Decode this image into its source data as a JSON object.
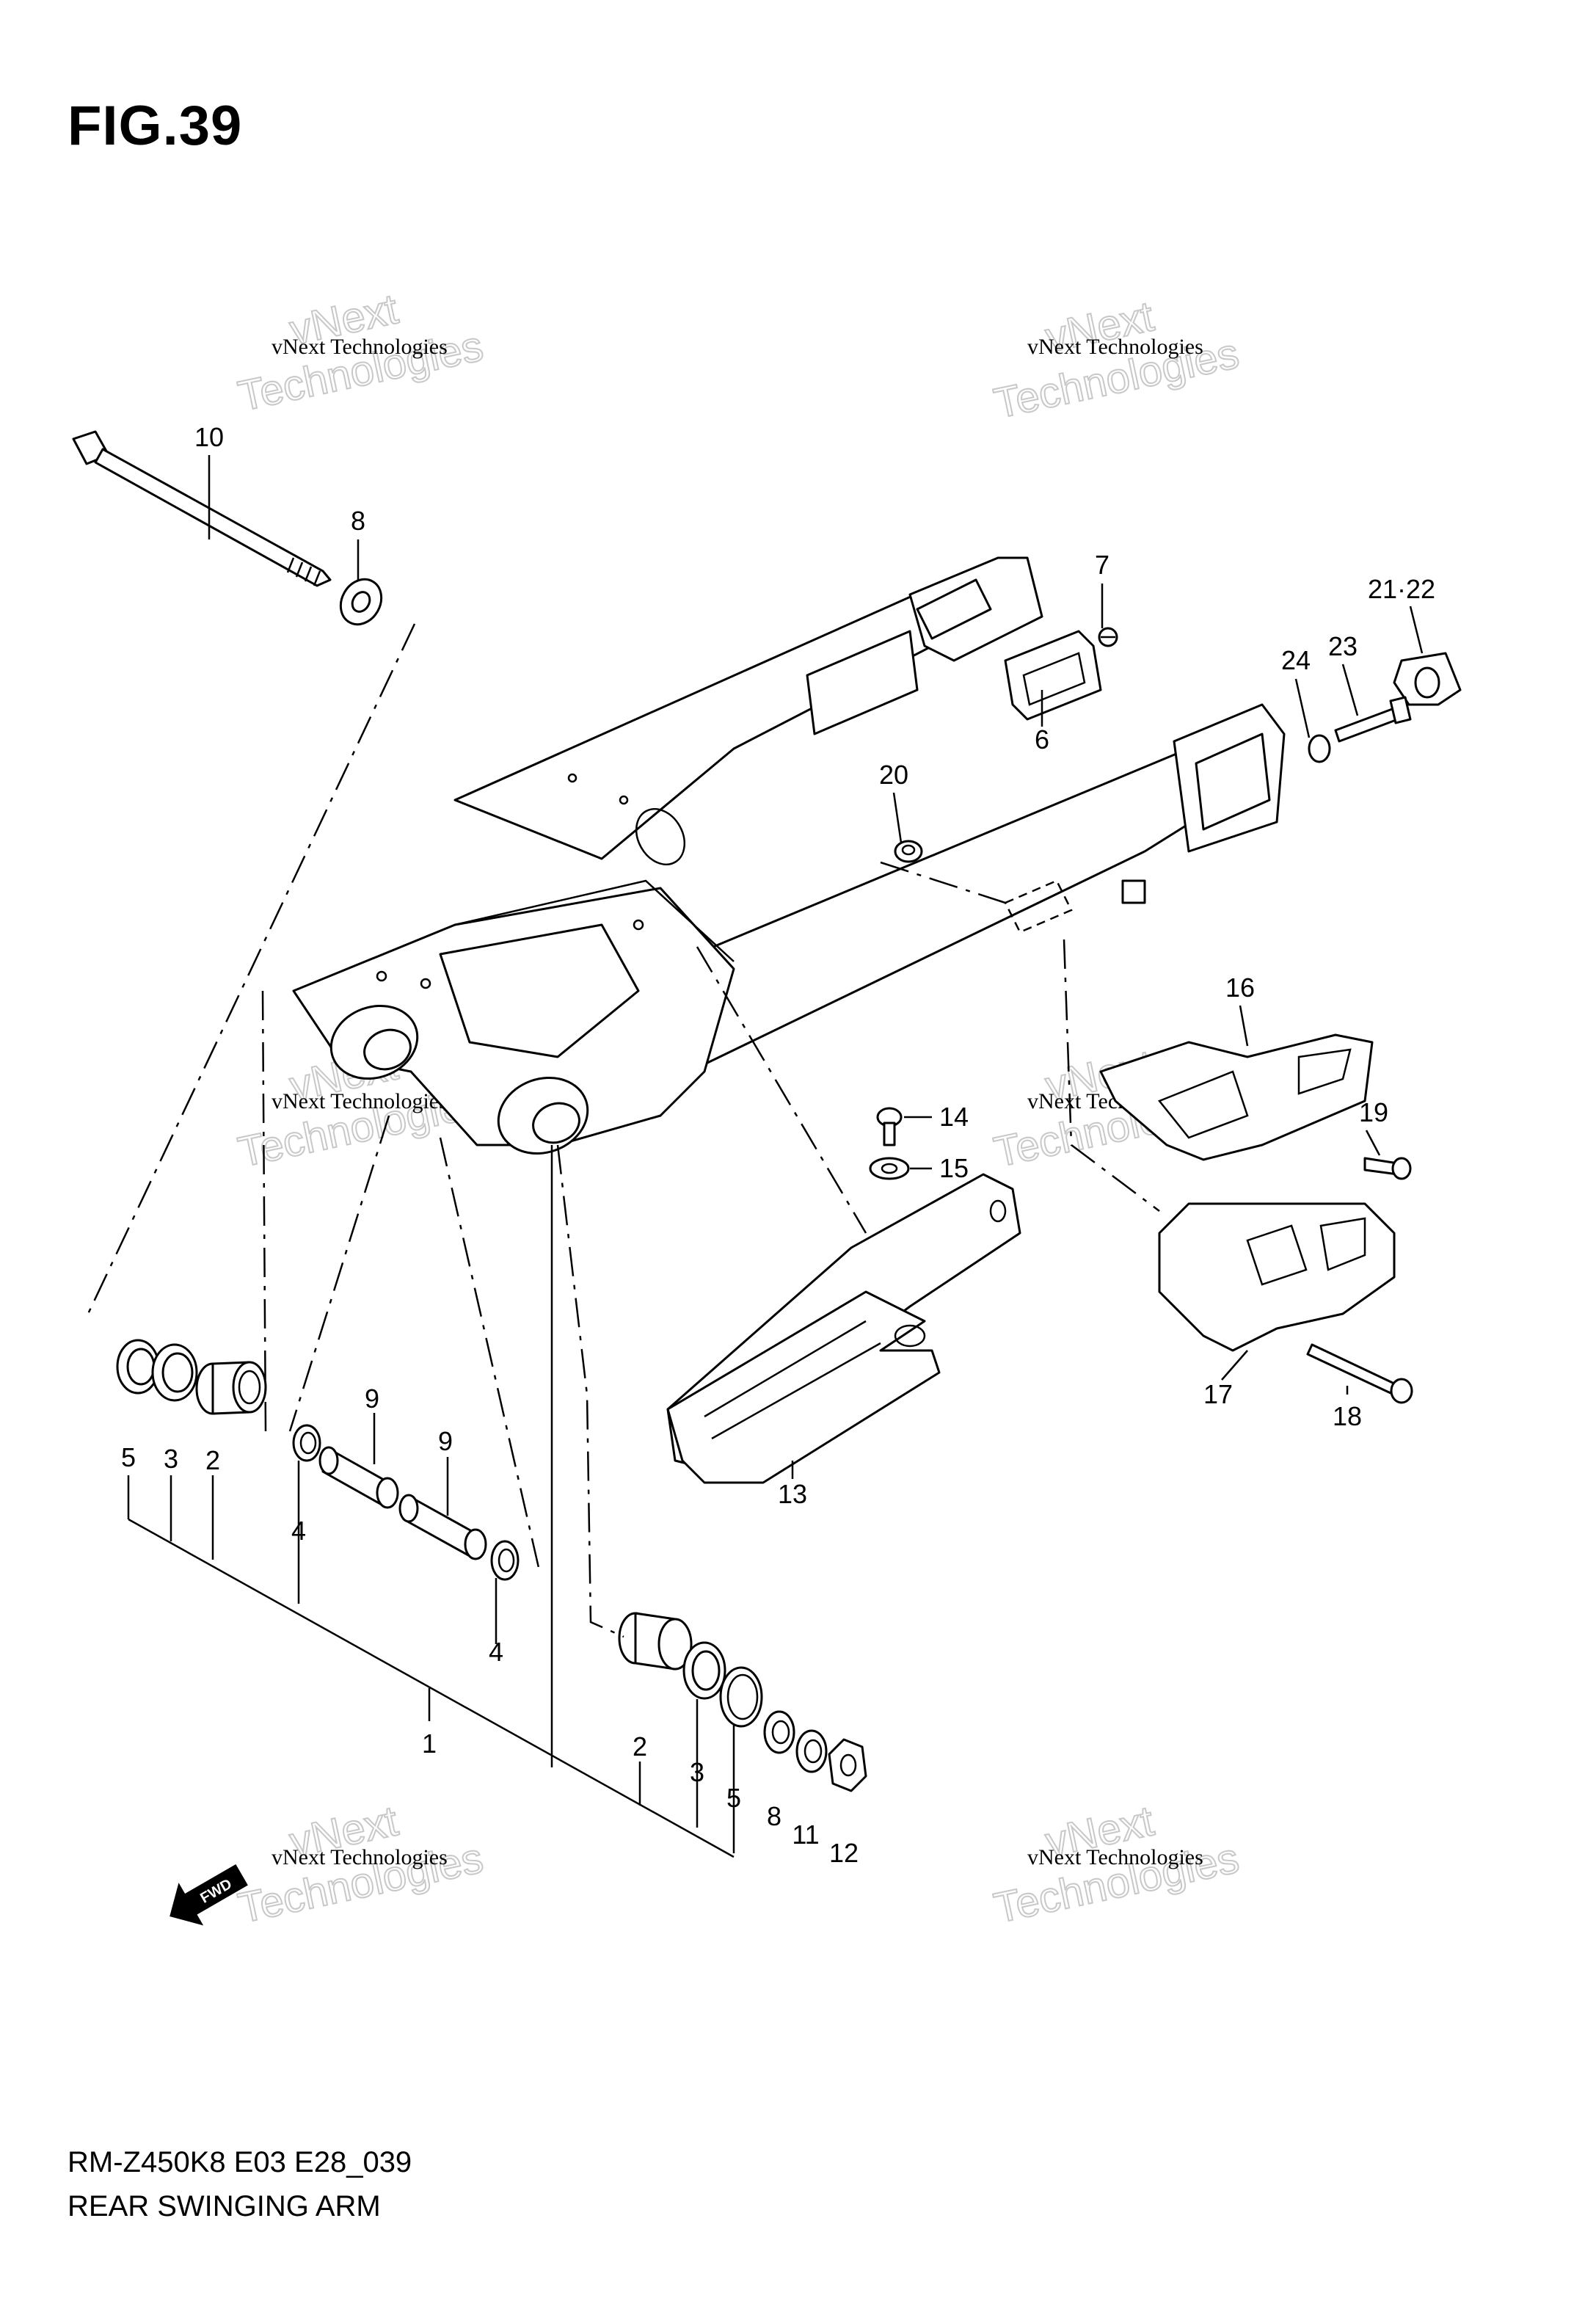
{
  "figure": {
    "title": "FIG.39",
    "code": "RM-Z450K8 E03 E28_039",
    "caption": "REAR SWINGING ARM"
  },
  "watermark": {
    "line1": "vNext Technologies",
    "big1": "vNext",
    "big2": "Technologies"
  },
  "fwd_label": "FWD",
  "callouts": {
    "c1": "1",
    "c2a": "2",
    "c2b": "2",
    "c3a": "3",
    "c3b": "3",
    "c4a": "4",
    "c4b": "4",
    "c5a": "5",
    "c5b": "5",
    "c6": "6",
    "c7": "7",
    "c8a": "8",
    "c8b": "8",
    "c9a": "9",
    "c9b": "9",
    "c10": "10",
    "c11": "11",
    "c12": "12",
    "c13": "13",
    "c14": "14",
    "c15": "15",
    "c16": "16",
    "c17": "17",
    "c18": "18",
    "c19": "19",
    "c20": "20",
    "c21": "21·22",
    "c23": "23",
    "c24": "24"
  }
}
